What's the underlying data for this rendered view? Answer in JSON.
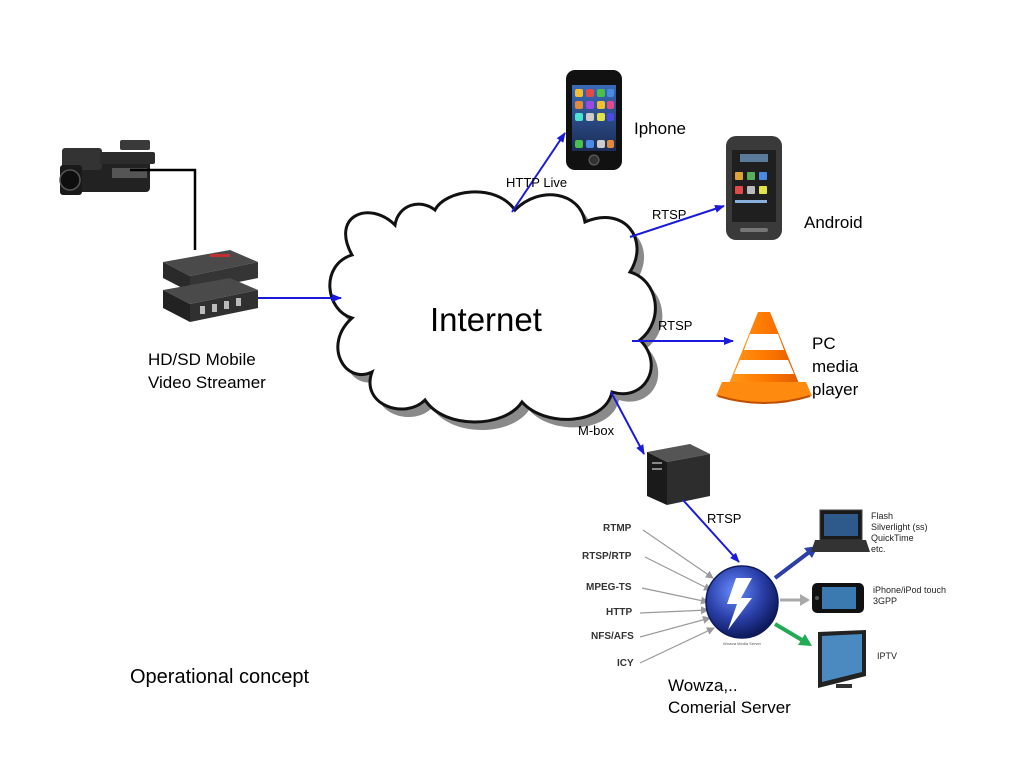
{
  "diagram": {
    "center_label": "Internet",
    "caption": "Operational concept",
    "streamer_label_1": "HD/SD Mobile",
    "streamer_label_2": "Video Streamer",
    "endpoints": {
      "iphone": "Iphone",
      "android": "Android",
      "pc_1": "PC",
      "pc_2": "media",
      "pc_3": "player"
    },
    "links": {
      "http_live": "HTTP Live",
      "rtsp_android": "RTSP",
      "rtsp_pc": "RTSP",
      "mbox": "M-box",
      "rtsp_server": "RTSP"
    },
    "server": {
      "label_1": "Wowza,..",
      "label_2": "Comerial Server",
      "inputs": [
        "RTMP",
        "RTSP/RTP",
        "MPEG-TS",
        "HTTP",
        "NFS/AFS",
        "ICY"
      ],
      "outputs": {
        "flash": [
          "Flash",
          "Silverlight (ss)",
          "QuickTime",
          "etc."
        ],
        "iphone": [
          "iPhone/iPod touch",
          "3GPP"
        ],
        "iptv": [
          "IPTV"
        ]
      }
    },
    "colors": {
      "arrow": "#1a1adb",
      "cloud_outline": "#111111",
      "cloud_shadow": "#8a8a8a",
      "output_green": "#22aa55",
      "output_blue": "#2a3fa8"
    }
  }
}
